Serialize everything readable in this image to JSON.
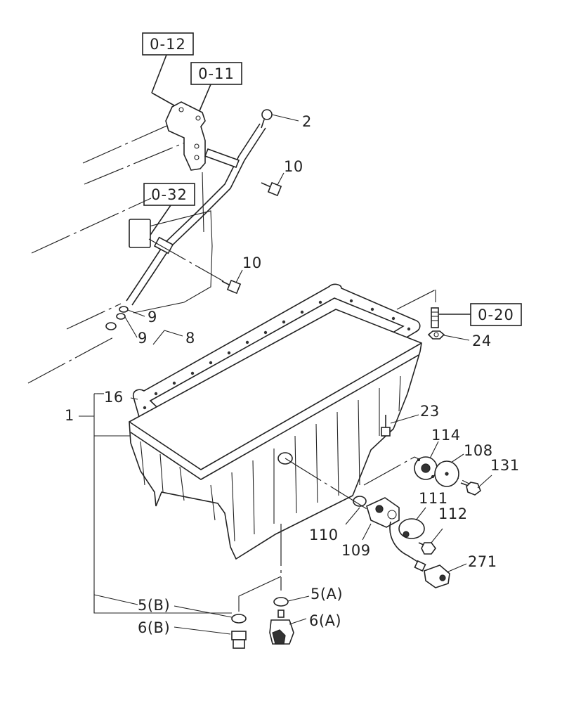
{
  "references": {
    "r0_12": "0-12",
    "r0_11": "0-11",
    "r0_32": "0-32",
    "r0_20": "0-20"
  },
  "callouts": {
    "c2": "2",
    "c10a": "10",
    "c10b": "10",
    "c9a": "9",
    "c9b": "9",
    "c8": "8",
    "c24": "24",
    "c16": "16",
    "c1": "1",
    "c23": "23",
    "c114": "114",
    "c108": "108",
    "c131": "131",
    "c111": "111",
    "c112": "112",
    "c110": "110",
    "c109": "109",
    "c271": "271",
    "c5a": "5(A)",
    "c5b": "5(B)",
    "c6a": "6(A)",
    "c6b": "6(B)"
  }
}
